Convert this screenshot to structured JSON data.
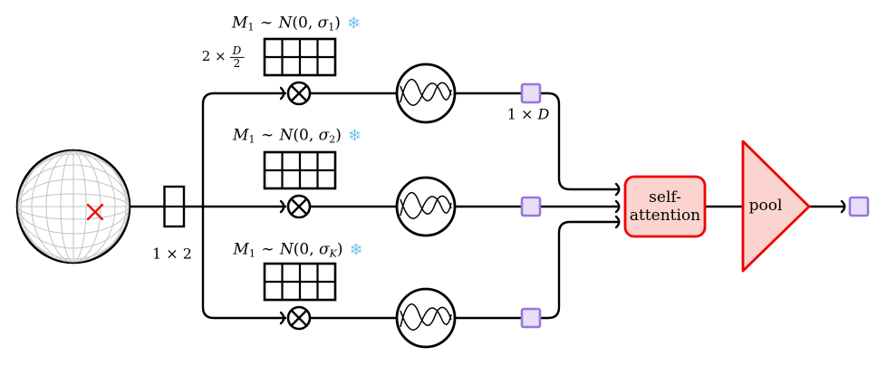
{
  "colors": {
    "wire": "#000000",
    "accent-red": "#ee0000",
    "block-fill": "#fbd4d0",
    "purple": "#9678d8",
    "lavender": "#e9def9",
    "snowflake": "#74c6ea",
    "sphere-grid": "#c3c3c3",
    "marker-red": "#ee1111"
  },
  "input": {
    "dim_label": "1 × 2"
  },
  "branches": [
    {
      "label": {
        "var": "M",
        "var_sub": "1",
        "rel": " ∼ ",
        "dist": "N",
        "open": "(0, ",
        "sigma": "σ",
        "sigma_sub": "1",
        "close": ")"
      },
      "frozen_icon": "❄",
      "dims": {
        "prefix": "2 ×",
        "numerator": "D",
        "denominator": "2"
      }
    },
    {
      "label": {
        "var": "M",
        "var_sub": "1",
        "rel": " ∼ ",
        "dist": "N",
        "open": "(0, ",
        "sigma": "σ",
        "sigma_sub": "2",
        "close": ")"
      },
      "frozen_icon": "❄"
    },
    {
      "label": {
        "var": "M",
        "var_sub": "1",
        "rel": " ∼ ",
        "dist": "N",
        "open": "(0, ",
        "sigma": "σ",
        "sigma_sub": "K",
        "close": ")"
      },
      "frozen_icon": "❄"
    }
  ],
  "feature_dim_label": {
    "prefix": "1 × ",
    "var": "D"
  },
  "attention_block": {
    "line1": "self-",
    "line2": "attention"
  },
  "pool_block": {
    "label": "pool"
  }
}
